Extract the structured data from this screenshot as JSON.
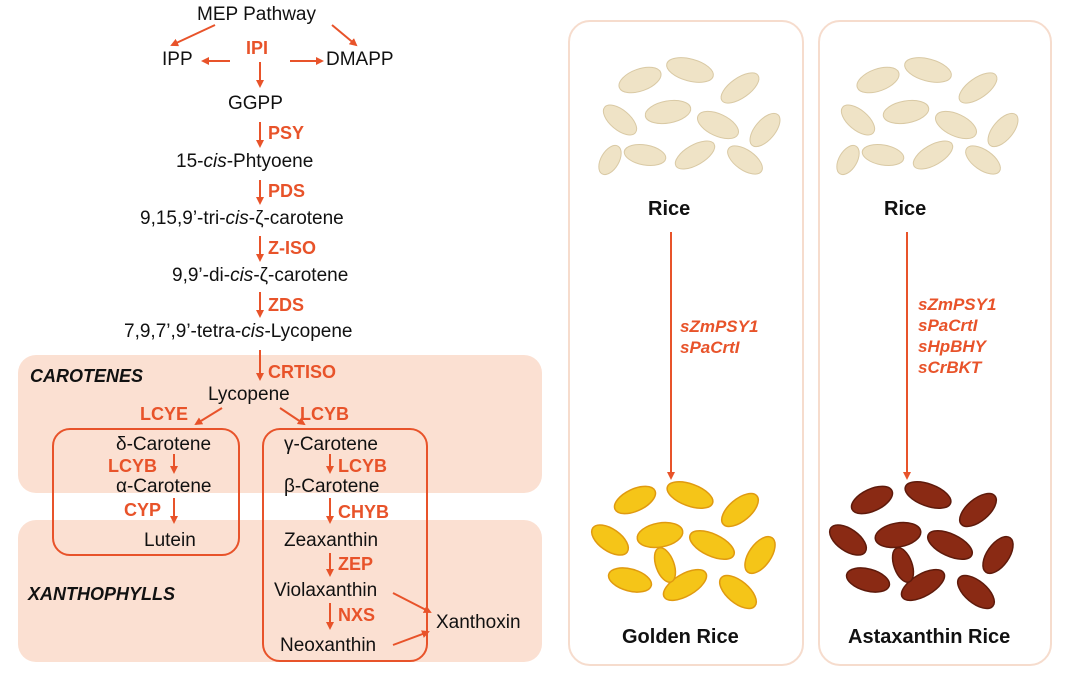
{
  "pathway": {
    "mep": "MEP Pathway",
    "ipp": "IPP",
    "dmapp": "DMAPP",
    "ggpp": "GGPP",
    "phytoene_pre": "15-",
    "phytoene_it": "cis",
    "phytoene_post": "-Phtyoene",
    "zc1_pre": "9,15,9’-tri-",
    "zc1_it": "cis",
    "zc1_post": "-ζ-carotene",
    "zc2_pre": "9,9’-di-",
    "zc2_it": "cis",
    "zc2_post": "-ζ-carotene",
    "lyc1_pre": "7,9,7’,9’-tetra-",
    "lyc1_it": "cis",
    "lyc1_post": "-Lycopene",
    "lycopene": "Lycopene",
    "delta_carotene": "δ-Carotene",
    "alpha_carotene": "α-Carotene",
    "lutein": "Lutein",
    "gamma_carotene": "γ-Carotene",
    "beta_carotene": "β-Carotene",
    "zeaxanthin": "Zeaxanthin",
    "violaxanthin": "Violaxanthin",
    "neoxanthin": "Neoxanthin",
    "xanthoxin": "Xanthoxin"
  },
  "enzymes": {
    "ipi": "IPI",
    "psy": "PSY",
    "pds": "PDS",
    "ziso": "Z-ISO",
    "zds": "ZDS",
    "crtiso": "CRTISO",
    "lcye": "LCYE",
    "lcyb_right": "LCYB",
    "lcyb_left": "LCYB",
    "lcyb_inner": "LCYB",
    "cyp": "CYP",
    "chyb": "CHYB",
    "zep": "ZEP",
    "nxs": "NXS"
  },
  "sections": {
    "carotenes": "CAROTENES",
    "xanthophylls": "XANTHOPHYLLS"
  },
  "panels": [
    {
      "top_label": "Rice",
      "genes": [
        "sZmPSY1",
        "sPaCrtI"
      ],
      "bottom_label": "Golden Rice"
    },
    {
      "top_label": "Rice",
      "genes": [
        "sZmPSY1",
        "sPaCrtI",
        "sHpBHY",
        "sCrBKT"
      ],
      "bottom_label": "Astaxanthin Rice"
    }
  ],
  "colors": {
    "accent": "#e8532a",
    "band": "#fbe0d2",
    "panel_border": "#f6dccd",
    "white_rice": "#efe3c6",
    "golden_rice": "#f5c518",
    "astaxanthin_rice": "#8a2a14"
  }
}
